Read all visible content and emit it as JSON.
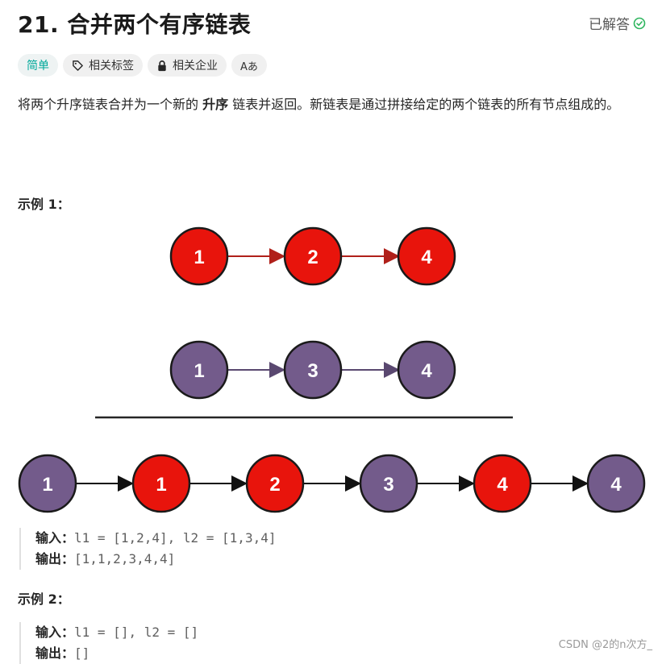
{
  "header": {
    "title": "21. 合并两个有序链表",
    "status_label": "已解答",
    "status_color": "#2db55d",
    "status_icon": "check-circle-icon"
  },
  "tags": {
    "difficulty": "简单",
    "related_tags": "相关标签",
    "related_companies": "相关企业",
    "translate": "Aあ"
  },
  "description": {
    "part1": "将两个升序链表合并为一个新的 ",
    "bold": "升序",
    "part2": " 链表并返回。新链表是通过拼接给定的两个链表的所有节点组成的。"
  },
  "example1": {
    "title": "示例 1：",
    "list1": [
      "1",
      "2",
      "4"
    ],
    "list2": [
      "1",
      "3",
      "4"
    ],
    "merged": [
      "1",
      "1",
      "2",
      "3",
      "4",
      "4"
    ],
    "colors": {
      "red": "#e8140c",
      "purple": "#735b8b",
      "red_arrow": "#b0201a",
      "purple_arrow": "#5a4870"
    },
    "input_label": "输入：",
    "input_value": "l1 = [1,2,4], l2 = [1,3,4]",
    "output_label": "输出：",
    "output_value": "[1,1,2,3,4,4]"
  },
  "example2": {
    "title": "示例 2：",
    "input_label": "输入：",
    "input_value": "l1 = [], l2 = []",
    "output_label": "输出：",
    "output_value": "[]"
  },
  "watermark": "CSDN @2的n次方_"
}
